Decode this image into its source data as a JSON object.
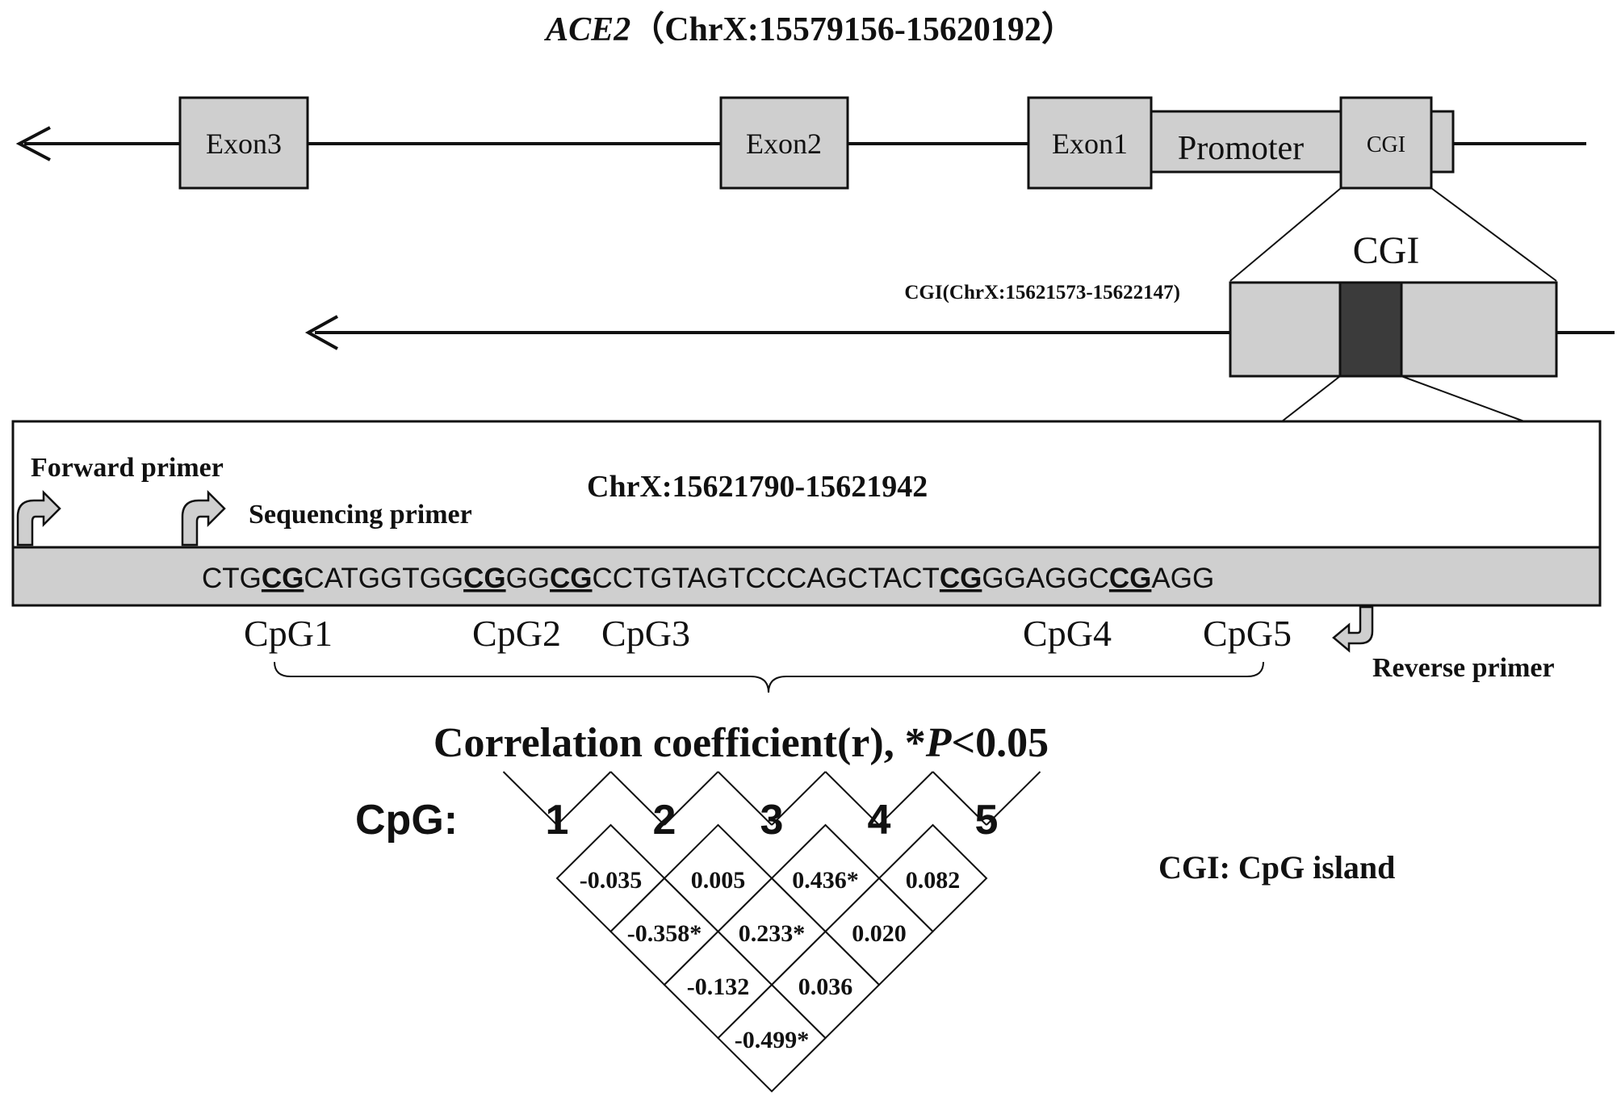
{
  "title": {
    "gene": "ACE2",
    "coords": "（ChrX:15579156-15620192）"
  },
  "gene_track": {
    "exons": [
      "Exon3",
      "Exon2",
      "Exon1"
    ],
    "promoter": "Promoter",
    "cgi": "CGI"
  },
  "cgi_track": {
    "label": "CGI",
    "coords": "CGI(ChrX:15621573-15622147)"
  },
  "amplicon": {
    "coords": "ChrX:15621790-15621942",
    "forward_primer": "Forward primer",
    "sequencing_primer": "Sequencing primer",
    "reverse_primer": "Reverse primer",
    "sequence_parts": [
      {
        "text": "CTG",
        "cpg": false
      },
      {
        "text": "CG",
        "cpg": true
      },
      {
        "text": "CATGGTGG",
        "cpg": false
      },
      {
        "text": "CG",
        "cpg": true
      },
      {
        "text": "GG",
        "cpg": false
      },
      {
        "text": "CG",
        "cpg": true
      },
      {
        "text": "CCTGTAGTCCCAGCTACT",
        "cpg": false
      },
      {
        "text": "CG",
        "cpg": true
      },
      {
        "text": "GGAGGC",
        "cpg": false
      },
      {
        "text": "CG",
        "cpg": true
      },
      {
        "text": "AGG",
        "cpg": false
      }
    ],
    "cpg_labels": [
      "CpG1",
      "CpG2",
      "CpG3",
      "CpG4",
      "CpG5"
    ]
  },
  "correlation": {
    "heading_pre": "Correlation coefficient(r), *",
    "heading_p": "P",
    "heading_post": "<0.05",
    "row_label": "CpG:",
    "cpg_numbers": [
      "1",
      "2",
      "3",
      "4",
      "5"
    ],
    "matrix": [
      {
        "pair": [
          1,
          2
        ],
        "value": "-0.035"
      },
      {
        "pair": [
          2,
          3
        ],
        "value": "0.005"
      },
      {
        "pair": [
          3,
          4
        ],
        "value": "0.436*"
      },
      {
        "pair": [
          4,
          5
        ],
        "value": "0.082"
      },
      {
        "pair": [
          1,
          3
        ],
        "value": "-0.358*"
      },
      {
        "pair": [
          2,
          4
        ],
        "value": "0.233*"
      },
      {
        "pair": [
          3,
          5
        ],
        "value": "0.020"
      },
      {
        "pair": [
          1,
          4
        ],
        "value": "-0.132"
      },
      {
        "pair": [
          2,
          5
        ],
        "value": "0.036"
      },
      {
        "pair": [
          1,
          5
        ],
        "value": "-0.499*"
      }
    ]
  },
  "legend": "CGI: CpG island"
}
